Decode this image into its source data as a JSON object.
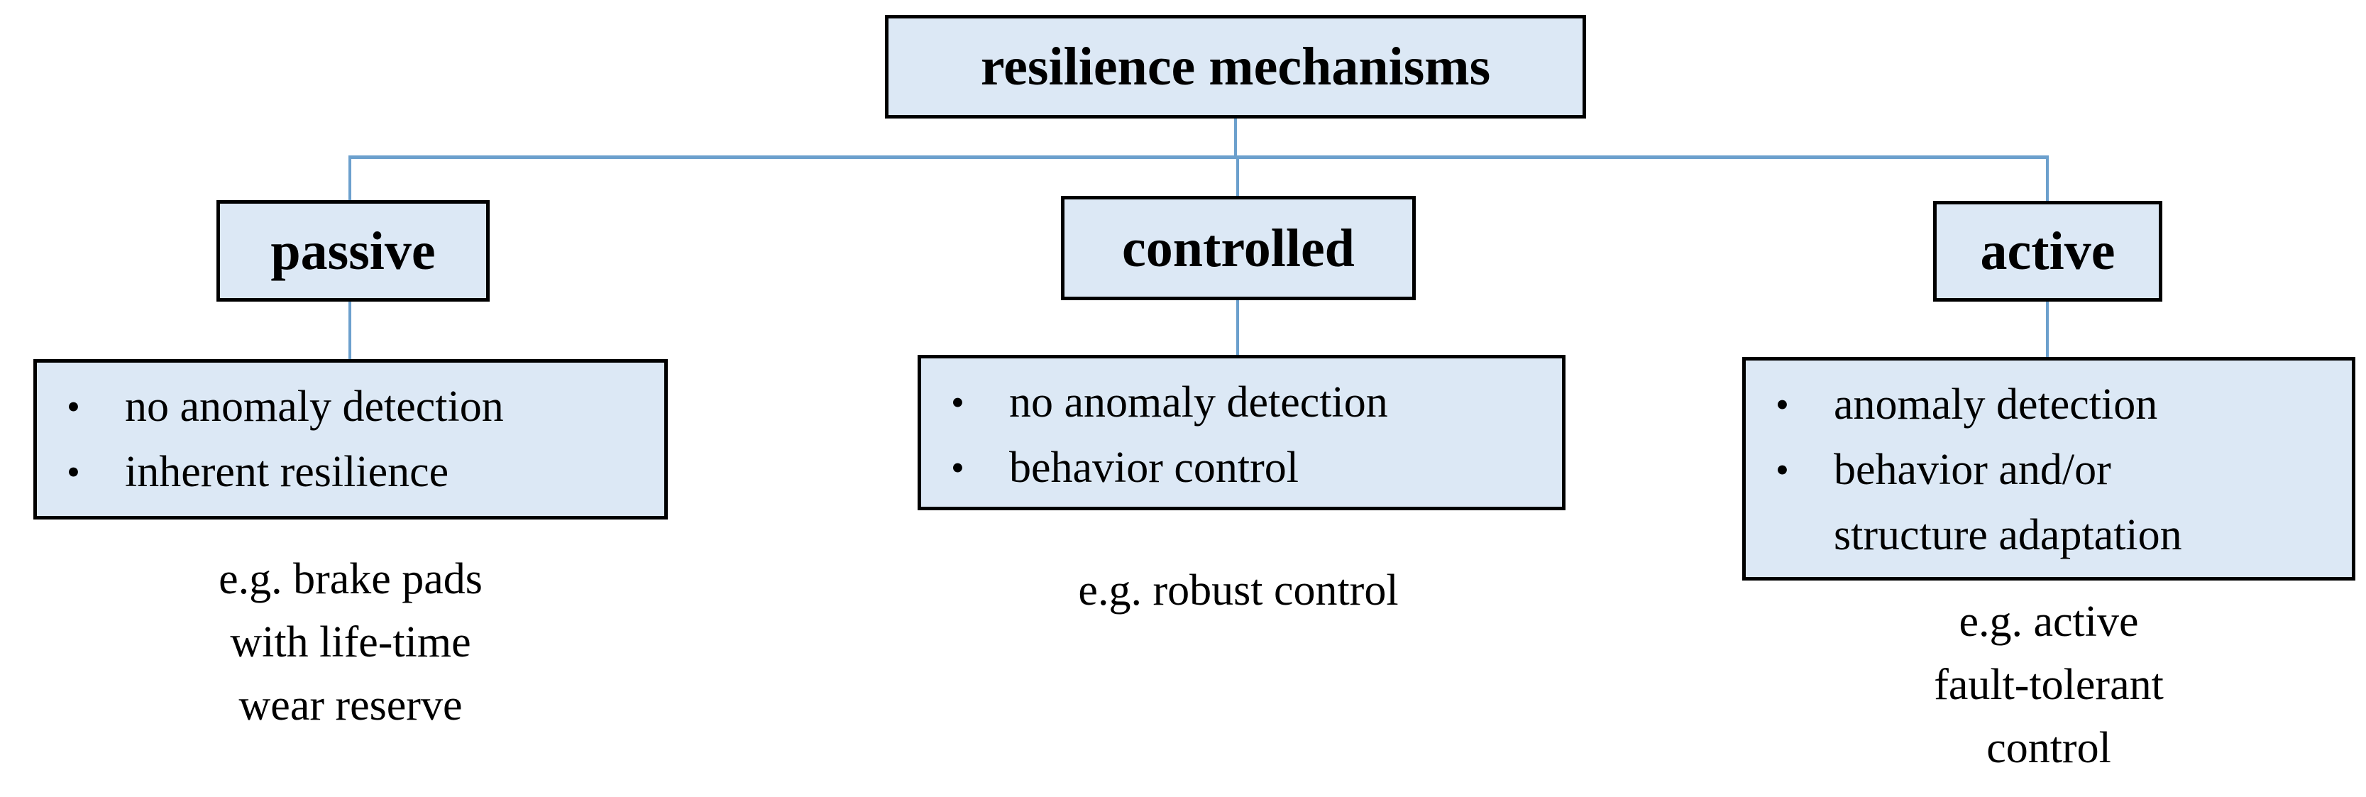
{
  "ui": {
    "bullet_char": "•"
  },
  "colors": {
    "background": "#ffffff",
    "box-fill": "#dce8f5",
    "box-border": "#000000",
    "connector": "#6ca0cd",
    "text": "#000000"
  },
  "root": {
    "label": "resilience mechanisms"
  },
  "branches": [
    {
      "label": "passive",
      "bullets": [
        "no anomaly detection",
        "inherent resilience"
      ],
      "example": "e.g. brake pads\nwith life-time\nwear reserve"
    },
    {
      "label": "controlled",
      "bullets": [
        "no anomaly detection",
        "behavior control"
      ],
      "example": "e.g. robust control"
    },
    {
      "label": "active",
      "bullets": [
        "anomaly detection",
        "behavior and/or\nstructure adaptation"
      ],
      "example": "e.g. active\nfault-tolerant\ncontrol"
    }
  ]
}
